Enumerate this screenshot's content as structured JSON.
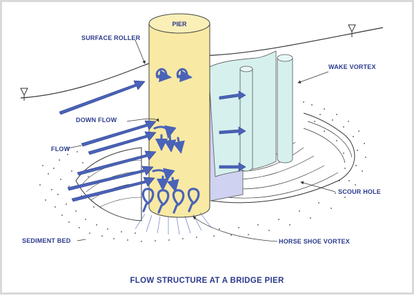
{
  "diagram": {
    "title": "FLOW STRUCTURE AT A BRIDGE PIER",
    "labels": {
      "pier": "PIER",
      "surface_roller": "SURFACE ROLLER",
      "wake_vortex": "WAKE VORTEX",
      "down_flow": "DOWN FLOW",
      "flow": "FLOW",
      "scour_hole": "SCOUR HOLE",
      "sediment_bed": "SEDIMENT BED",
      "horse_shoe_vortex": "HORSE SHOE VORTEX"
    },
    "colors": {
      "pier_fill": "#f8e9a4",
      "wake_fill": "#d6f0ee",
      "back_plane_fill": "#cfd2f0",
      "arrow_fill": "#4a63b8",
      "label_text": "#2b3a8c",
      "slide_border": "#d9d9d9"
    }
  }
}
